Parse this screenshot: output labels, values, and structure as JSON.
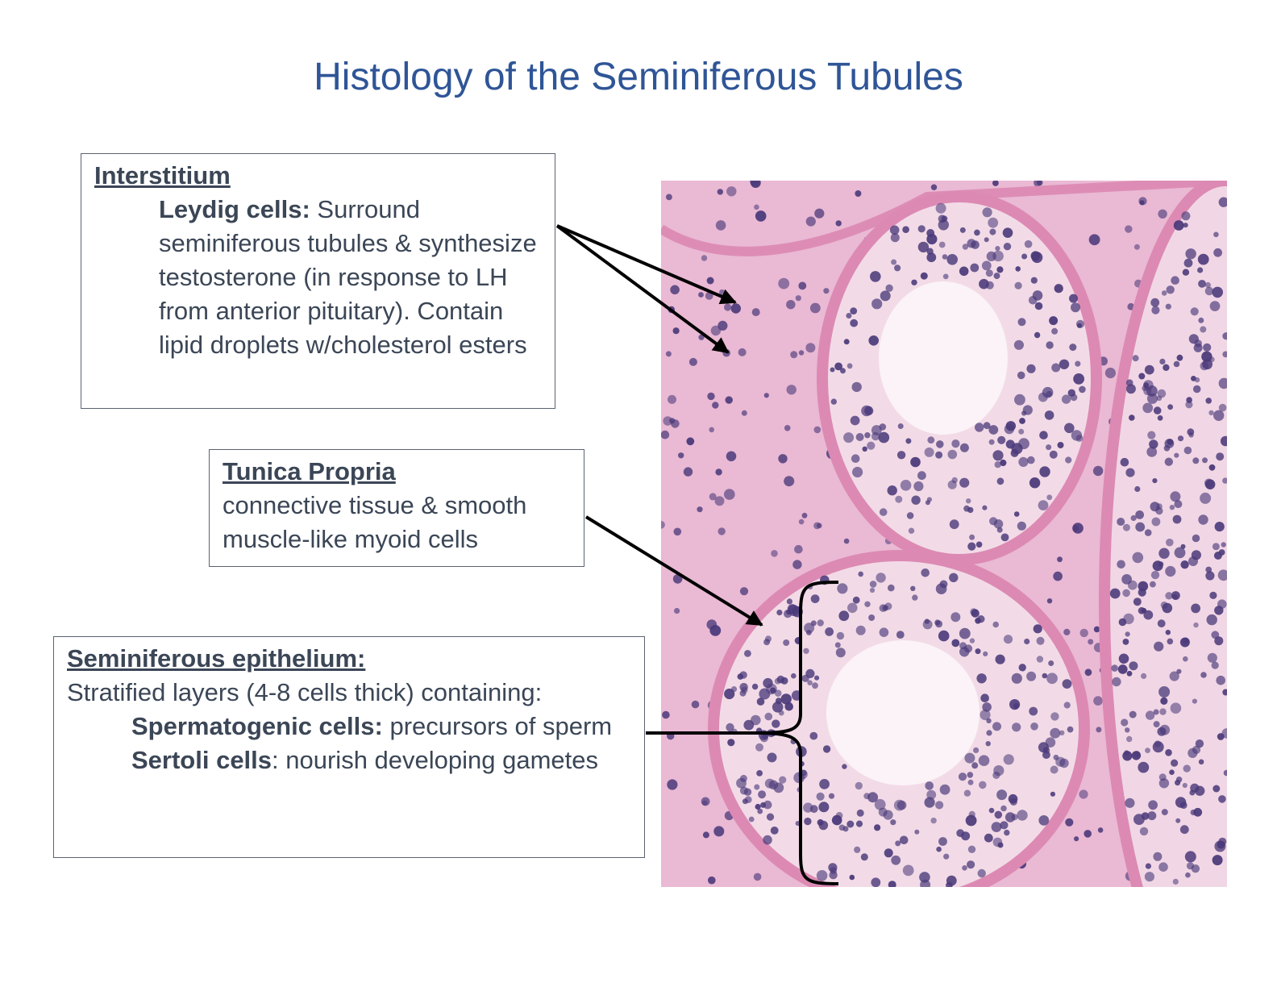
{
  "title": "Histology of the Seminiferous Tubules",
  "interstitium": {
    "heading": "Interstitium",
    "leydig_term": "Leydig cells:",
    "leydig_text": " Surround seminiferous tubules & synthesize testosterone (in response to LH from anterior pituitary). Contain lipid droplets w/cholesterol esters"
  },
  "tunica": {
    "heading": "Tunica Propria",
    "text": "connective tissue & smooth muscle-like myoid cells"
  },
  "epithelium": {
    "heading": "Seminiferous epithelium:",
    "intro": "Stratified layers (4-8 cells thick) containing:",
    "spermatogenic_term": "Spermatogenic cells:",
    "spermatogenic_text": " precursors of sperm",
    "sertoli_term": "Sertoli cells",
    "sertoli_text": ": nourish developing gametes"
  },
  "colors": {
    "title": "#2f5597",
    "text": "#3b4656",
    "tissue_bg": "#eab9d4",
    "nuclei": "#4b3a7a"
  }
}
